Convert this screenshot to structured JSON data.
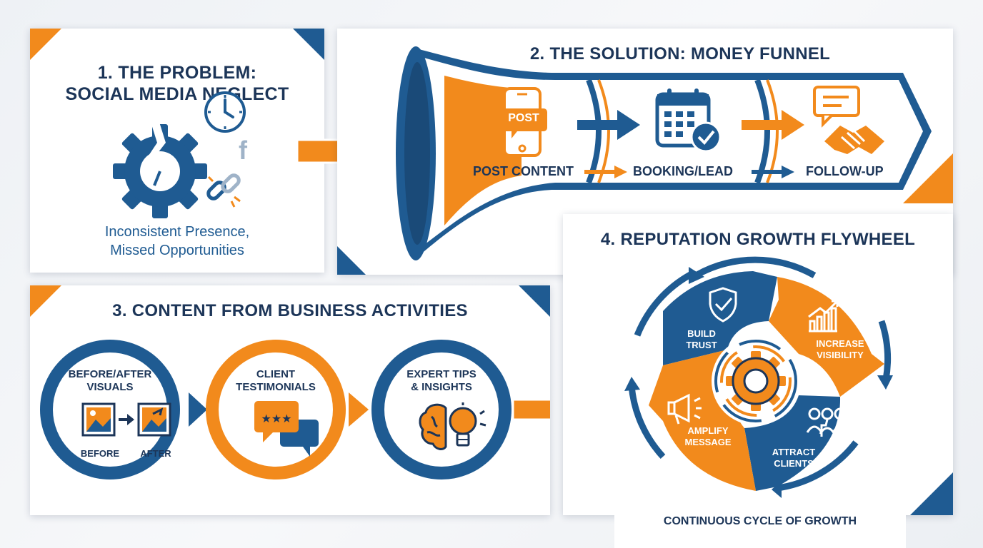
{
  "colors": {
    "navy": "#1c3558",
    "blue": "#1f5b92",
    "orange": "#f28a1c"
  },
  "problem": {
    "title_line1": "1. THE PROBLEM:",
    "title_line2": "SOCIAL MEDIA NEGLECT",
    "subtitle_line1": "Inconsistent Presence,",
    "subtitle_line2": "Missed Opportunities",
    "facebook_glyph": "f"
  },
  "solution": {
    "title": "2. THE SOLUTION: MONEY FUNNEL",
    "post_badge": "POST",
    "steps": [
      "POST CONTENT",
      "BOOKING/LEAD",
      "FOLLOW-UP"
    ]
  },
  "content": {
    "title": "3. CONTENT FROM BUSINESS ACTIVITIES",
    "items": [
      {
        "line1": "BEFORE/AFTER",
        "line2": "VISUALS",
        "before": "BEFORE",
        "after": "AFTER"
      },
      {
        "line1": "CLIENT",
        "line2": "TESTIMONIALS"
      },
      {
        "line1": "EXPERT TIPS",
        "line2": "& INSIGHTS"
      }
    ]
  },
  "flywheel": {
    "title": "4. REPUTATION GROWTH FLYWHEEL",
    "segments": [
      {
        "line1": "BUILD",
        "line2": "TRUST"
      },
      {
        "line1": "INCREASE",
        "line2": "VISIBILITY"
      },
      {
        "line1": "ATTRACT",
        "line2": "CLIENTS"
      },
      {
        "line1": "AMPLIFY",
        "line2": "MESSAGE"
      }
    ],
    "footer": "CONTINUOUS CYCLE OF GROWTH"
  }
}
